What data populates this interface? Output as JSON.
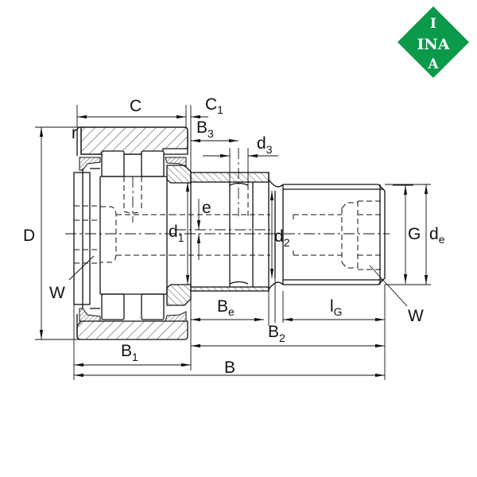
{
  "logo": {
    "brand": "INA",
    "top_letter": "I",
    "mid_letters": "INA",
    "bottom_letter": "A",
    "color": "#0a9a4a"
  },
  "drawing": {
    "title": "Stud type track roller with eccentric collar – sectional dimension drawing",
    "line_color": "#111111",
    "labels": {
      "C": {
        "main": "C",
        "sub": ""
      },
      "C1": {
        "main": "C",
        "sub": "1"
      },
      "B3": {
        "main": "B",
        "sub": "3"
      },
      "d3": {
        "main": "d",
        "sub": "3"
      },
      "r": {
        "main": "r",
        "sub": ""
      },
      "D": {
        "main": "D",
        "sub": ""
      },
      "e": {
        "main": "e",
        "sub": ""
      },
      "d1": {
        "main": "d",
        "sub": "1"
      },
      "d2": {
        "main": "d",
        "sub": "2"
      },
      "G": {
        "main": "G",
        "sub": ""
      },
      "de": {
        "main": "d",
        "sub": "e"
      },
      "W_left": {
        "main": "W",
        "sub": ""
      },
      "W_right": {
        "main": "W",
        "sub": ""
      },
      "Be": {
        "main": "B",
        "sub": "e"
      },
      "lG": {
        "main": "l",
        "sub": "G"
      },
      "B2": {
        "main": "B",
        "sub": "2"
      },
      "B1": {
        "main": "B",
        "sub": "1"
      },
      "B": {
        "main": "B",
        "sub": ""
      }
    }
  }
}
